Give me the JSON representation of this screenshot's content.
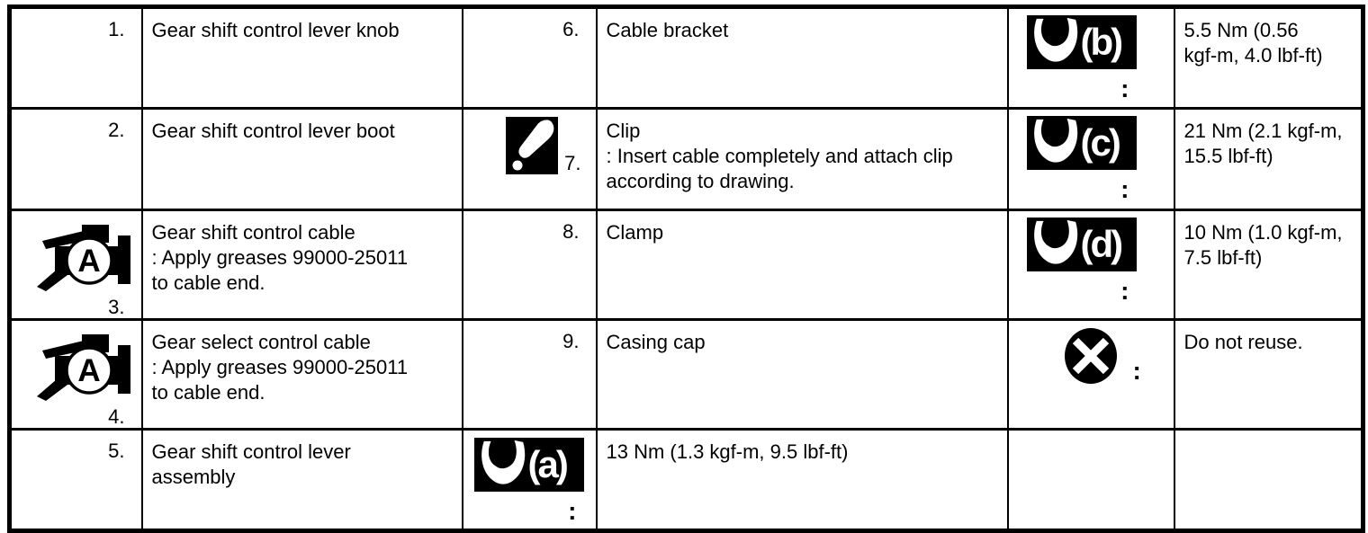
{
  "colors": {
    "ink": "#000000",
    "paper": "#ffffff"
  },
  "icons": {
    "wrench": "tightening-torque-wrench-icon",
    "caution": "caution-exclamation-icon",
    "grease": "apply-grease-a-icon",
    "do_not_reuse": "do-not-reuse-x-icon"
  },
  "table": {
    "rows": [
      {
        "c0": {
          "num": "1."
        },
        "c1": {
          "lines": [
            "Gear shift control lever knob"
          ]
        },
        "c2": {
          "num": "6."
        },
        "c3": {
          "lines": [
            "Cable bracket"
          ]
        },
        "c4": {
          "icon": "wrench-b-icon",
          "label": "(b)",
          "colon": ":"
        },
        "c5": {
          "lines": [
            "5.5 Nm (0.56",
            "kgf-m, 4.0 lbf-ft)"
          ]
        }
      },
      {
        "c0": {
          "num": "2."
        },
        "c1": {
          "lines": [
            "Gear shift control lever boot"
          ]
        },
        "c2": {
          "icon": "caution-icon",
          "num": "7."
        },
        "c3": {
          "lines": [
            "Clip",
            ": Insert cable completely and attach clip",
            "according to drawing."
          ]
        },
        "c4": {
          "icon": "wrench-c-icon",
          "label": "(c)",
          "colon": ":"
        },
        "c5": {
          "lines": [
            "21 Nm (2.1 kgf-m,",
            "15.5 lbf-ft)"
          ]
        }
      },
      {
        "c0": {
          "icon": "grease-a-icon",
          "num": "3."
        },
        "c1": {
          "lines": [
            "Gear shift control cable",
            ": Apply greases 99000-25011",
            "to cable end."
          ]
        },
        "c2": {
          "num": "8."
        },
        "c3": {
          "lines": [
            "Clamp"
          ]
        },
        "c4": {
          "icon": "wrench-d-icon",
          "label": "(d)",
          "colon": ":"
        },
        "c5": {
          "lines": [
            "10 Nm (1.0 kgf-m,",
            "7.5 lbf-ft)"
          ]
        }
      },
      {
        "c0": {
          "icon": "grease-a-icon",
          "num": "4."
        },
        "c1": {
          "lines": [
            "Gear select control cable",
            ": Apply greases 99000-25011",
            "to cable end."
          ]
        },
        "c2": {
          "num": "9."
        },
        "c3": {
          "lines": [
            "Casing cap"
          ]
        },
        "c4": {
          "icon": "do-not-reuse-icon",
          "colon": ":"
        },
        "c5": {
          "lines": [
            "Do not reuse."
          ]
        }
      },
      {
        "c0": {
          "num": "5."
        },
        "c1": {
          "lines": [
            "Gear shift control lever",
            "assembly"
          ]
        },
        "c2": {
          "icon": "wrench-a-icon",
          "label": "(a)",
          "colon": ":"
        },
        "c3": {
          "lines": [
            "13 Nm (1.3 kgf-m, 9.5 lbf-ft)"
          ]
        },
        "c4": {},
        "c5": {}
      }
    ]
  }
}
